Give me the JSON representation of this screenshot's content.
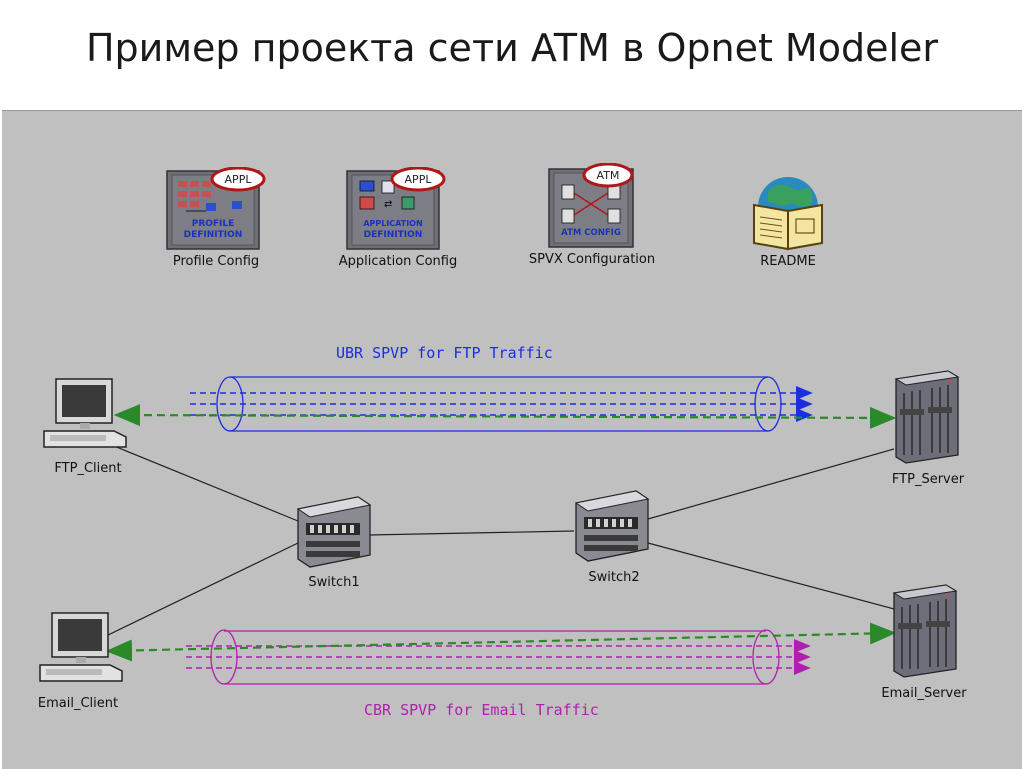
{
  "title": "Пример проекта сети ATM в Opnet Modeler",
  "config_objects": [
    {
      "label": "Profile Config",
      "badge": "APPL",
      "icon_caption": [
        "PROFILE",
        "DEFINITION"
      ],
      "icon": "profile-definition-icon"
    },
    {
      "label": "Application Config",
      "badge": "APPL",
      "icon_caption": [
        "APPLICATION",
        "DEFINITION"
      ],
      "icon": "application-definition-icon"
    },
    {
      "label": "SPVX Configuration",
      "badge": "ATM",
      "icon_caption": [
        "ATM CONFIG"
      ],
      "icon": "atm-config-icon"
    },
    {
      "label": "README",
      "icon": "readme-book-icon"
    }
  ],
  "nodes": {
    "ftp_client": "FTP_Client",
    "email_client": "Email_Client",
    "switch1": "Switch1",
    "switch2": "Switch2",
    "ftp_server": "FTP_Server",
    "email_server": "Email_Server"
  },
  "tunnels": {
    "ubr": {
      "label": "UBR SPVP for FTP Traffic",
      "color": "#1a2ee0"
    },
    "cbr": {
      "label": "CBR SPVP for Email Traffic",
      "color": "#b020b0"
    }
  },
  "colors": {
    "canvas": "#c0c0c0",
    "flow_green": "#2a8a2a",
    "link": "#222222",
    "badge_red": "#b01818"
  }
}
